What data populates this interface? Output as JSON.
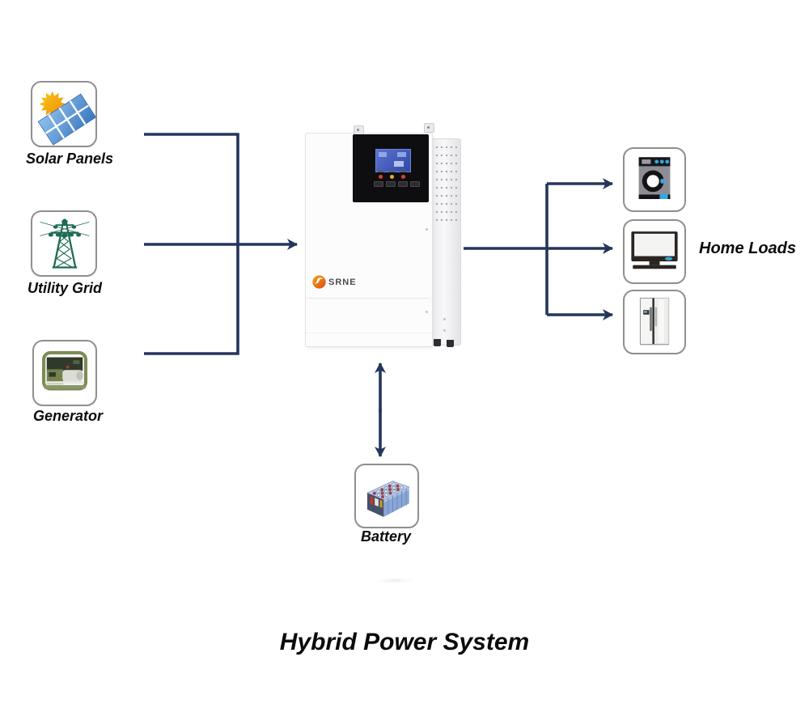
{
  "diagram": {
    "title": "Hybrid Power System",
    "inverter": {
      "brand": "SRNE",
      "icon": "hybrid-inverter-illustration"
    },
    "sources": [
      {
        "label": "Solar Panels",
        "icon": "solar-panels-icon"
      },
      {
        "label": "Utility Grid",
        "icon": "utility-grid-icon"
      },
      {
        "label": "Generator",
        "icon": "generator-icon"
      }
    ],
    "loads": {
      "label": "Home Loads",
      "items": [
        {
          "icon": "washing-machine-icon"
        },
        {
          "icon": "television-icon"
        },
        {
          "icon": "refrigerator-icon"
        }
      ]
    },
    "battery": {
      "label": "Battery",
      "icon": "battery-bank-icon"
    },
    "colors": {
      "arrow_navy": "#25365c",
      "tower_green": "#1d6a54",
      "logo_orange": "#e8590f",
      "lcd_blue": "#3d57b8",
      "appliance_blue": "#35a7dd",
      "generator_olive": "#73824e"
    }
  }
}
